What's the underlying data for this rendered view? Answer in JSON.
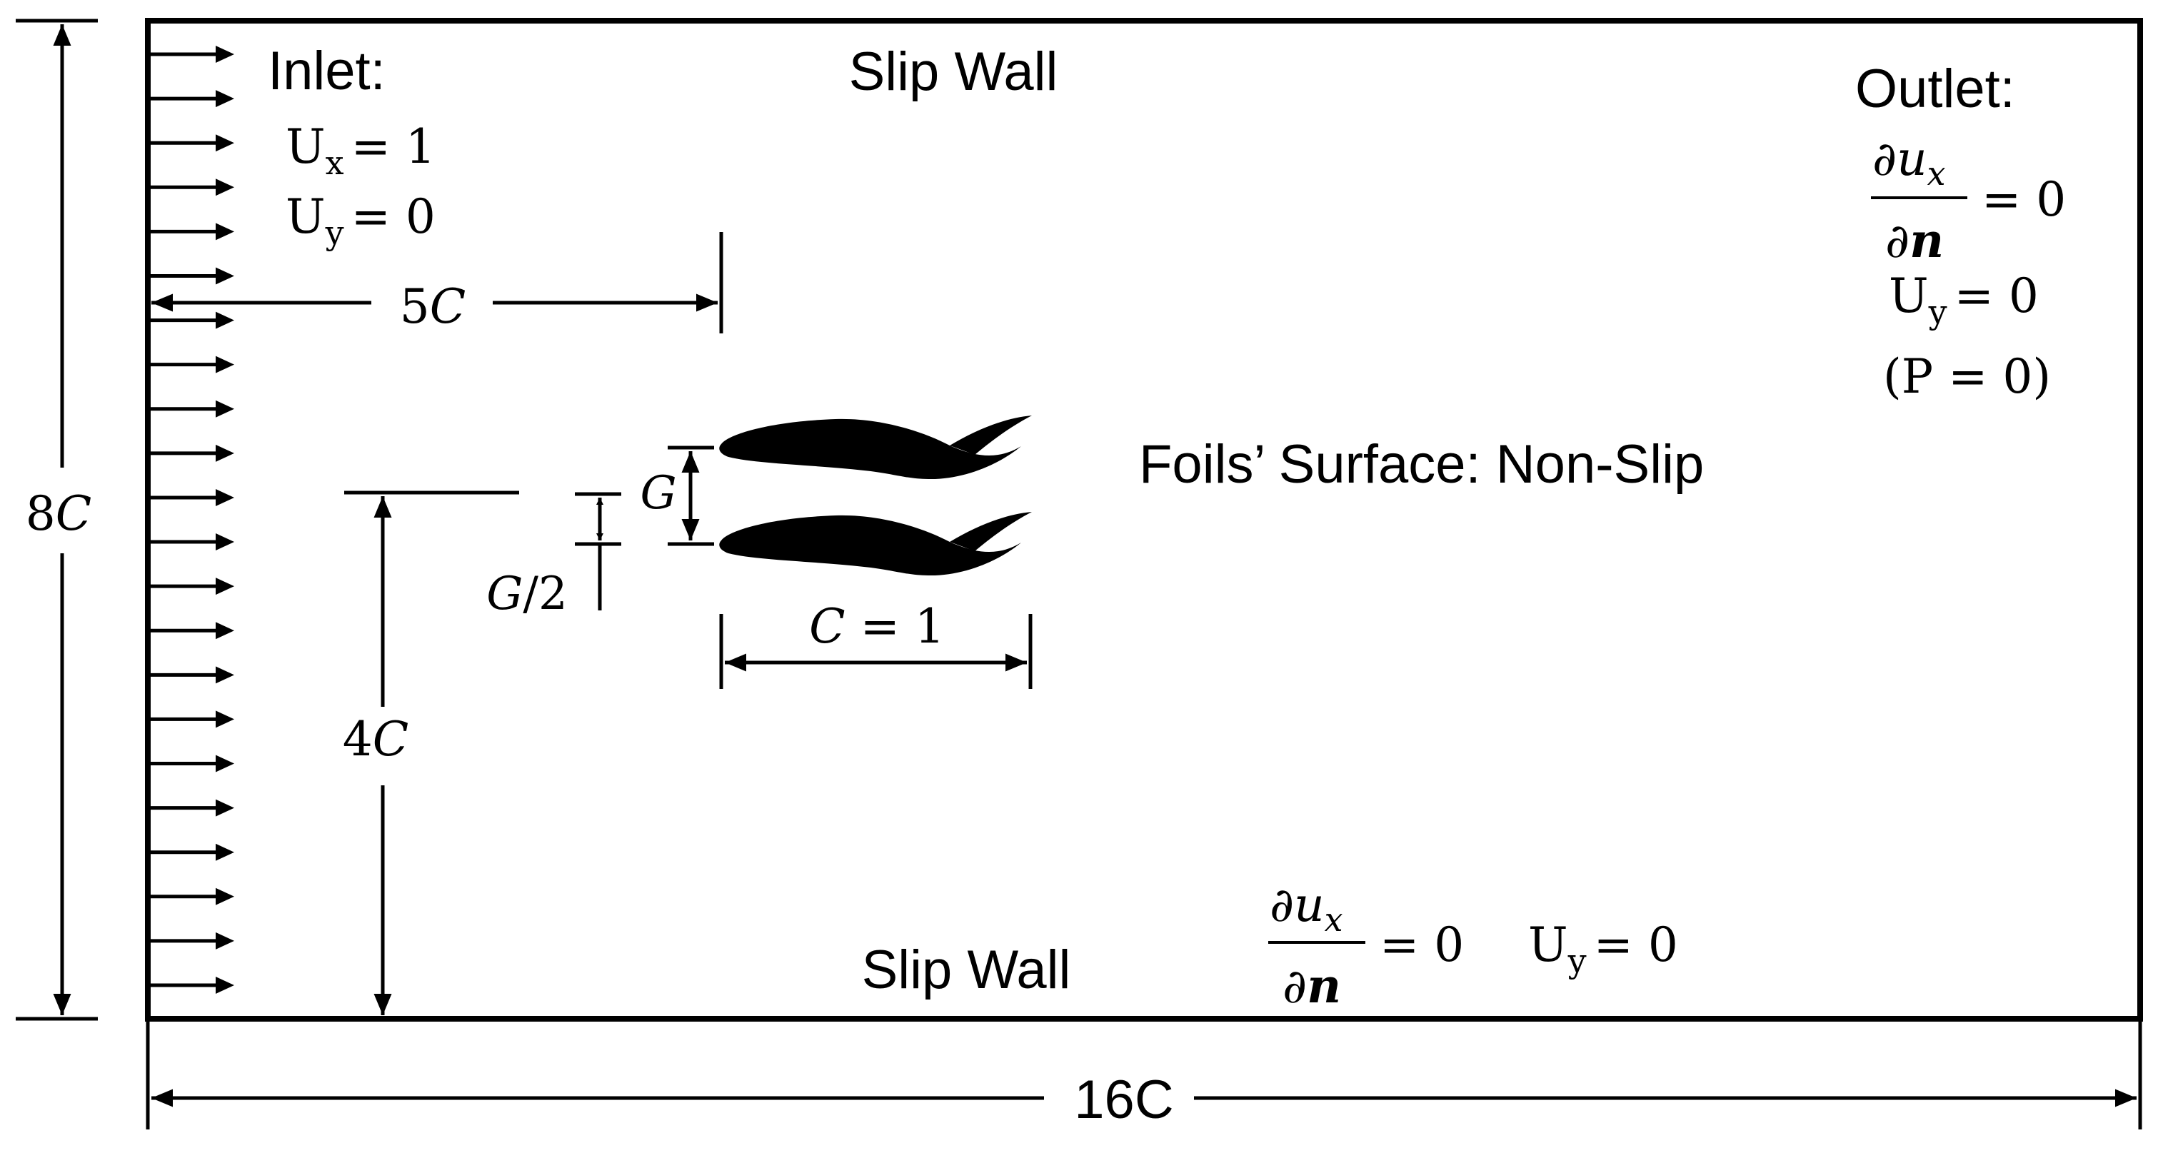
{
  "labels": {
    "inlet_title": "Inlet:",
    "inlet_ux_sym": "U",
    "inlet_ux_sub": "x",
    "inlet_ux_rhs": "= 1",
    "inlet_uy_sym": "U",
    "inlet_uy_sub": "y",
    "inlet_uy_rhs": "= 0",
    "slip_wall_top": "Slip Wall",
    "slip_wall_bottom": "Slip Wall",
    "outlet_title": "Outlet:",
    "outlet_dux_num_d": "∂",
    "outlet_dux_num_u": "u",
    "outlet_dux_num_sub": "x",
    "outlet_dux_den": "∂",
    "outlet_dux_den_n": "n",
    "outlet_dux_rhs": "= 0",
    "outlet_uy_sym": "U",
    "outlet_uy_sub": "y",
    "outlet_uy_rhs": "= 0",
    "outlet_p": "(P = 0)",
    "foils_surface": "Foils’ Surface: Non-Slip",
    "bottom_dux_num_d": "∂",
    "bottom_dux_num_u": "u",
    "bottom_dux_num_sub": "x",
    "bottom_dux_den": "∂",
    "bottom_dux_den_n": "n",
    "bottom_dux_rhs": "= 0",
    "bottom_uy_sym": "U",
    "bottom_uy_sub": "y",
    "bottom_uy_rhs": "= 0"
  },
  "dimensions": {
    "height_num": "8",
    "height_var": "C",
    "width": "16C",
    "inlet_to_foil_num": "5",
    "inlet_to_foil_var": "C",
    "foil_height_num": "4",
    "foil_height_var": "C",
    "gap_var": "G",
    "half_gap_var": "G",
    "half_gap_rest": "/2",
    "chord_var": "C",
    "chord_rest": " = 1"
  },
  "inlet_arrow_count": 22,
  "colors": {
    "ink": "#000000",
    "background": "#ffffff"
  }
}
